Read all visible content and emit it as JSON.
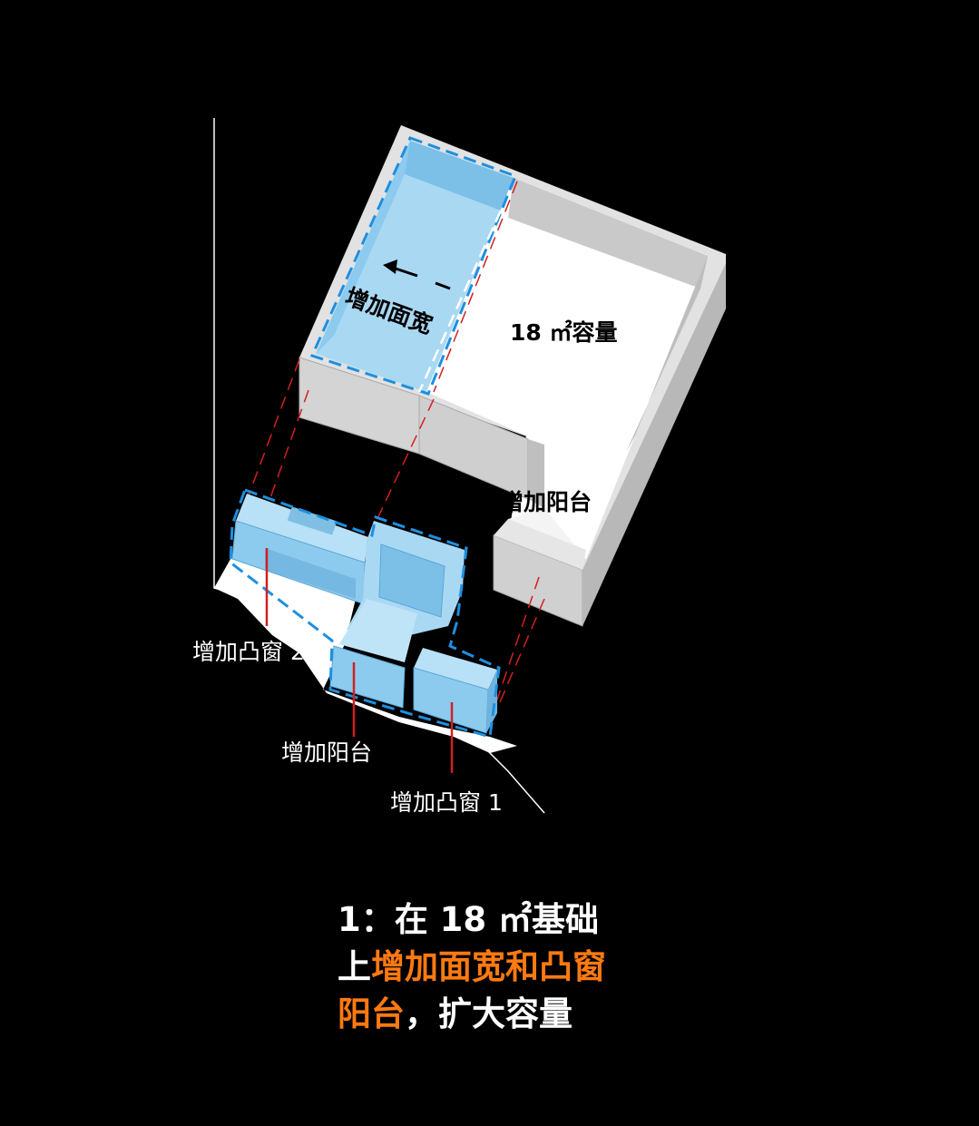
{
  "labels": {
    "widen": "增加面宽",
    "capacity_18": "18 ㎡容量",
    "balcony_top": "增加阳台",
    "bay_window_2": "增加凸窗 2",
    "balcony_bottom": "增加阳台",
    "bay_window_1": "增加凸窗 1"
  },
  "caption": {
    "line1": "1：在 18 ㎡基础",
    "line2_prefix": "上",
    "line2_highlight": "增加面宽和凸窗",
    "line3_highlight": "阳台",
    "line3_suffix": "，扩大容量"
  },
  "colors": {
    "background": "#000000",
    "highlight": "#ff7a10",
    "blue_fill": "#a9d8f3",
    "dash_blue": "#1e8fe0",
    "guide_red": "#d22020",
    "wall_grey": "#d7d7d7"
  }
}
